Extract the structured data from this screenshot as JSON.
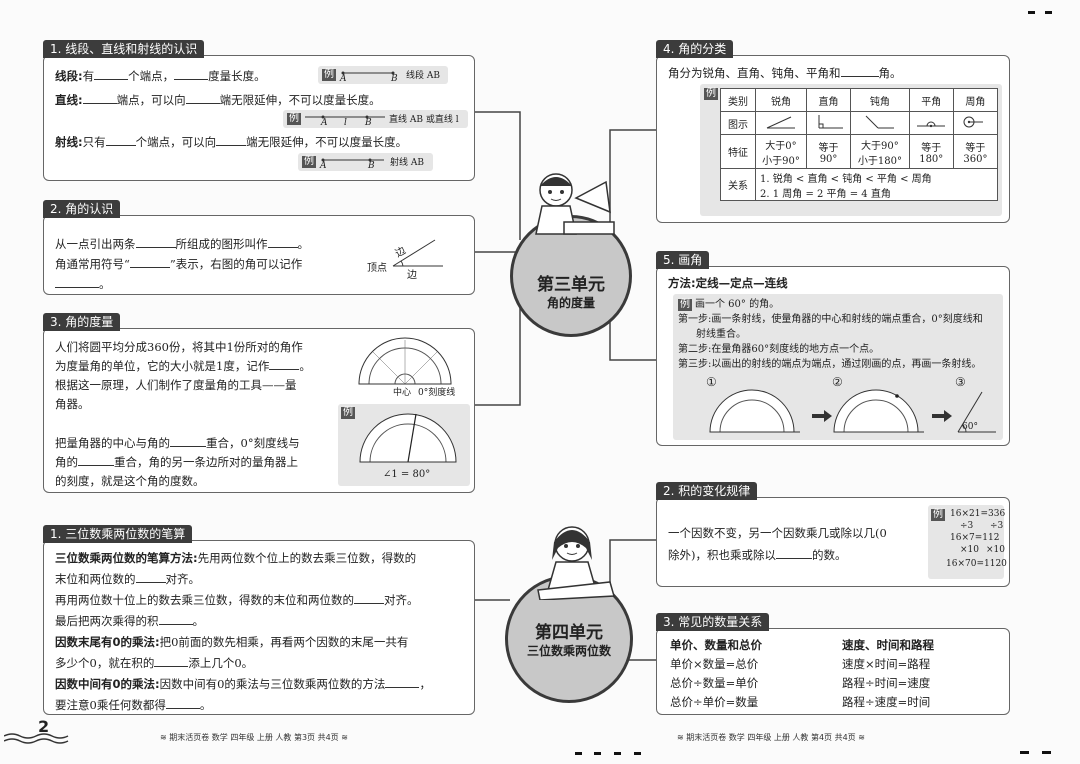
{
  "left": {
    "s1": {
      "title": "1. 线段、直线和射线的认识",
      "seg_label": "线段:",
      "seg_text": [
        "有",
        "个端点，",
        "度量长度。"
      ],
      "seg_ex": {
        "tag": "例",
        "a": "A",
        "b": "B",
        "name": "线段 AB"
      },
      "line_label": "直线:",
      "line_text": [
        "端点，可以向",
        "端无限延伸，不可以度量长度。"
      ],
      "line_ex": {
        "tag": "例",
        "a": "A",
        "l": "l",
        "b": "B",
        "name": "直线 AB 或直线 l"
      },
      "ray_label": "射线:",
      "ray_text": [
        "只有",
        "个端点，可以向",
        "端无限延伸，不可以度量长度。"
      ],
      "ray_ex": {
        "tag": "例",
        "a": "A",
        "b": "B",
        "name": "射线 AB"
      }
    },
    "s2": {
      "title": "2. 角的认识",
      "l1": [
        "从一点引出两条",
        "所组成的图形叫作",
        "。"
      ],
      "l2": [
        "角通常用符号“",
        "”表示，右图的角可以记作"
      ],
      "l3": "。",
      "vertex": "顶点",
      "side1": "边",
      "side2": "边"
    },
    "s3": {
      "title": "3. 角的度量",
      "p1": [
        "人们将圆平均分成360份，将其中1份所对的角作",
        "为度量角的单位，它的大小就是1度，记作",
        "。",
        "根据这一原理，人们制作了度量角的工具——量",
        "角器。"
      ],
      "p2": [
        "把量角器的中心与角的",
        "重合，0°刻度线与",
        "角的",
        "重合，角的另一条边所对的量角器上",
        "的刻度，就是这个角的度数。"
      ],
      "center": "中心",
      "zero": "0°刻度线",
      "ex_tag": "例",
      "angle": "∠1 = 80°"
    },
    "s4": {
      "title": "1. 三位数乘两位数的笔算",
      "m_label": "三位数乘两位数的笔算方法:",
      "m_text": [
        "先用两位数个位上的数去乘三位数，得数的",
        "末位和两位数的",
        "对齐。",
        "再用两位数十位上的数去乘三位数，得数的末位和两位数的",
        "对齐。",
        "最后把两次乘得的积",
        "。"
      ],
      "z_label": "因数末尾有0的乘法:",
      "z_text": [
        "把0前面的数先相乘，再看两个因数的末尾一共有",
        "多少个0，就在积的",
        "添上几个0。"
      ],
      "m0_label": "因数中间有0的乘法:",
      "m0_text": [
        "因数中间有0的乘法与三位数乘两位数的方法",
        "，",
        "要注意0乘任何数都得",
        "。"
      ]
    },
    "unit3": {
      "title": "第三单元",
      "sub": "角的度量"
    },
    "unit4": {
      "title": "第四单元",
      "sub": "三位数乘两位数"
    },
    "page_num": "2",
    "footer": "≋ 期末活页卷  数学  四年级  上册  人教  第3页  共4页 ≋"
  },
  "right": {
    "s4": {
      "title": "4. 角的分类",
      "intro": [
        "角分为锐角、直角、钝角、平角和",
        "角。"
      ],
      "ex_tag": "例",
      "table": {
        "header": [
          "类别",
          "锐角",
          "直角",
          "钝角",
          "平角",
          "周角"
        ],
        "fig_label": "图示",
        "feat_label": "特征",
        "features": [
          [
            "大于0°",
            "小于90°"
          ],
          [
            "等于",
            "90°"
          ],
          [
            "大于90°",
            "小于180°"
          ],
          [
            "等于",
            "180°"
          ],
          [
            "等于",
            "360°"
          ]
        ],
        "rel_label": "关系",
        "relations": [
          "1. 锐角 < 直角 < 钝角 < 平角 < 周角",
          "2. 1 周角 = 2 平角 = 4 直角"
        ]
      }
    },
    "s5": {
      "title": "5. 画角",
      "method": "方法:定线—定点—连线",
      "ex_tag": "例",
      "task": "画一个 60° 的角。",
      "step1a": "第一步:画一条射线，使量角器的中心和射线的端点重合，0°刻度线和",
      "step1b": "射线重合。",
      "step2": "第二步:在量角器60°刻度线的地方点一个点。",
      "step3": "第三步:以画出的射线的端点为端点，通过刚画的点，再画一条射线。",
      "nums": [
        "①",
        "②",
        "③"
      ],
      "angle": "60°"
    },
    "s2": {
      "title": "2. 积的变化规律",
      "l1": "一个因数不变，另一个因数乘几或除以几(0",
      "l2": [
        "除外)，积也乘或除以",
        "的数。"
      ],
      "ex_tag": "例",
      "ex": [
        "16×21=336",
        "÷3",
        "÷3",
        "16×7=112",
        "×10",
        "×10",
        "16×70=1120"
      ]
    },
    "s3": {
      "title": "3. 常见的数量关系",
      "h1": "单价、数量和总价",
      "c1": [
        "单价×数量=总价",
        "总价÷数量=单价",
        "总价÷单价=数量"
      ],
      "h2": "速度、时间和路程",
      "c2": [
        "速度×时间=路程",
        "路程÷时间=速度",
        "路程÷速度=时间"
      ]
    },
    "footer": "≋ 期末活页卷  数学  四年级  上册  人教  第4页  共4页 ≋"
  }
}
